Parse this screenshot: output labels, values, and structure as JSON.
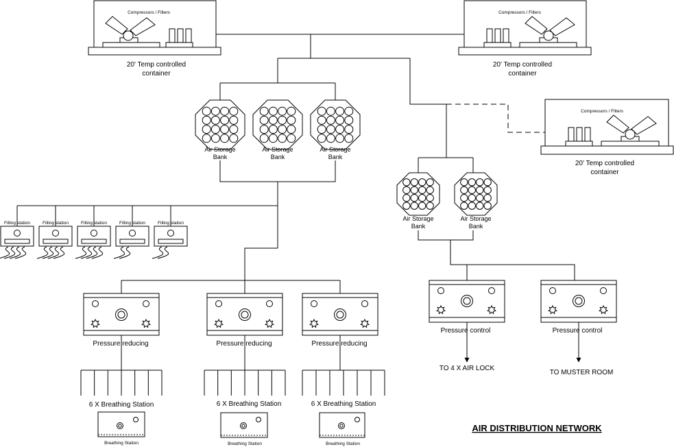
{
  "title": "AIR DISTRIBUTION NETWORK",
  "containers": [
    {
      "header": "Compressors / Filters",
      "caption_line1": "20' Temp controlled",
      "caption_line2": "container"
    },
    {
      "header": "Compressors / Filters",
      "caption_line1": "20' Temp controlled",
      "caption_line2": "container"
    },
    {
      "header": "Compressors / Filters",
      "caption_line1": "20' Temp controlled",
      "caption_line2": "container"
    }
  ],
  "storage_banks": [
    {
      "line1": "Air Storage",
      "line2": "Bank"
    },
    {
      "line1": "Air Storage",
      "line2": "Bank"
    },
    {
      "line1": "Air Storage",
      "line2": "Bank"
    },
    {
      "line1": "Air Storage",
      "line2": "Bank"
    },
    {
      "line1": "Air Storage",
      "line2": "Bank"
    }
  ],
  "filling_stations": [
    {
      "label": "Filling station"
    },
    {
      "label": "Filling station"
    },
    {
      "label": "Filling station"
    },
    {
      "label": "Filling station"
    },
    {
      "label": "Filling station"
    }
  ],
  "pressure_reducing": [
    {
      "label": "Pressure reducing"
    },
    {
      "label": "Pressure reducing"
    },
    {
      "label": "Pressure reducing"
    }
  ],
  "pressure_control": [
    {
      "label": "Pressure control"
    },
    {
      "label": "Pressure control"
    }
  ],
  "breathing_groups": [
    {
      "group_label": "6 X Breathing Station",
      "station_label": "Breathing Station"
    },
    {
      "group_label": "6 X Breathing Station",
      "station_label": "Breathing Station"
    },
    {
      "group_label": "6 X Breathing Station",
      "station_label": "Breathing Station"
    }
  ],
  "destinations": [
    {
      "label": "TO 4 X AIR LOCK"
    },
    {
      "label": "TO MUSTER ROOM"
    }
  ]
}
